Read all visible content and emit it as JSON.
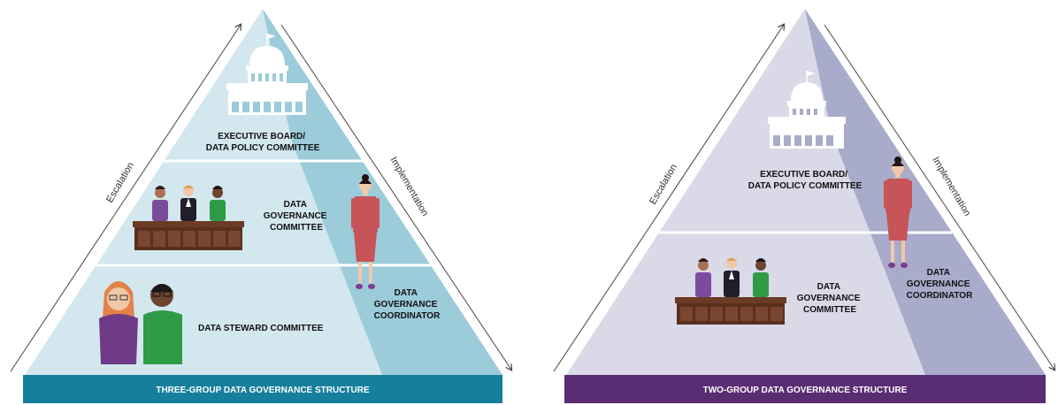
{
  "left": {
    "tiers": {
      "top": [
        "EXECUTIVE BOARD/",
        "DATA POLICY COMMITTEE"
      ],
      "middle": [
        "DATA",
        "GOVERNANCE",
        "COMMITTEE"
      ],
      "bottom": [
        "DATA STEWARD COMMITTEE"
      ]
    },
    "coordinator": [
      "DATA",
      "GOVERNANCE",
      "COORDINATOR"
    ],
    "escalation": "Escalation",
    "implementation": "Implementation",
    "footer": "THREE-GROUP DATA GOVERNANCE STRUCTURE"
  },
  "right": {
    "tiers": {
      "top": [
        "EXECUTIVE BOARD/",
        "DATA POLICY COMMITTEE"
      ],
      "bottom": [
        "DATA",
        "GOVERNANCE",
        "COMMITTEE"
      ]
    },
    "coordinator": [
      "DATA",
      "GOVERNANCE",
      "COORDINATOR"
    ],
    "escalation": "Escalation",
    "implementation": "Implementation",
    "footer": "TWO-GROUP DATA GOVERNANCE STRUCTURE"
  },
  "colors": {
    "left_fill": "#d3e7ee",
    "left_shade": "#9ccbda",
    "left_bar": "#167f9c",
    "right_fill": "#d9d9e8",
    "right_shade": "#a9abca",
    "right_bar": "#5a2c73"
  }
}
